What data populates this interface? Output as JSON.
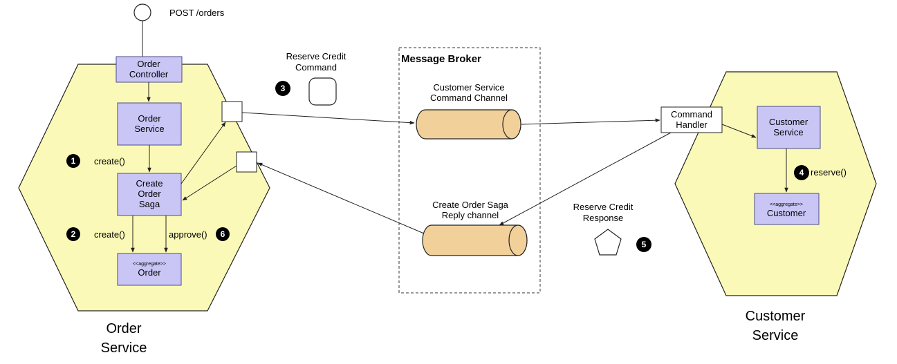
{
  "colors": {
    "hexagon_fill": "#fbf9b7",
    "hexagon_stroke": "#222222",
    "component_fill": "#c9c6f6",
    "component_stroke": "#4a4a8a",
    "channel_fill": "#f1d09a",
    "channel_stroke": "#222222",
    "badge_fill": "#000000",
    "badge_text": "#ffffff",
    "line": "#222222"
  },
  "order_service": {
    "title_line1": "Order",
    "title_line2": "Service",
    "entry": {
      "label": "POST /orders"
    },
    "controller": {
      "line1": "Order",
      "line2": "Controller"
    },
    "service": {
      "line1": "Order",
      "line2": "Service"
    },
    "saga": {
      "line1": "Create",
      "line2": "Order",
      "line3": "Saga"
    },
    "order": {
      "stereotype": "<<aggregate>>",
      "name": "Order"
    },
    "labels": {
      "create_saga": "create()",
      "create_order": "create()",
      "approve": "approve()"
    }
  },
  "message_broker": {
    "title": "Message Broker",
    "command_channel": {
      "line1": "Customer Service",
      "line2": "Command Channel"
    },
    "reply_channel": {
      "line1": "Create Order Saga",
      "line2": "Reply channel"
    }
  },
  "messages": {
    "command": {
      "line1": "Reserve Credit",
      "line2": "Command"
    },
    "response": {
      "line1": "Reserve Credit",
      "line2": "Response"
    }
  },
  "customer_service": {
    "title_line1": "Customer",
    "title_line2": "Service",
    "handler": {
      "line1": "Command",
      "line2": "Handler"
    },
    "service": {
      "line1": "Customer",
      "line2": "Service"
    },
    "customer": {
      "stereotype": "<<aggregate>>",
      "name": "Customer"
    },
    "labels": {
      "reserve": "reserve()"
    }
  },
  "steps": [
    "1",
    "2",
    "3",
    "4",
    "5",
    "6"
  ]
}
